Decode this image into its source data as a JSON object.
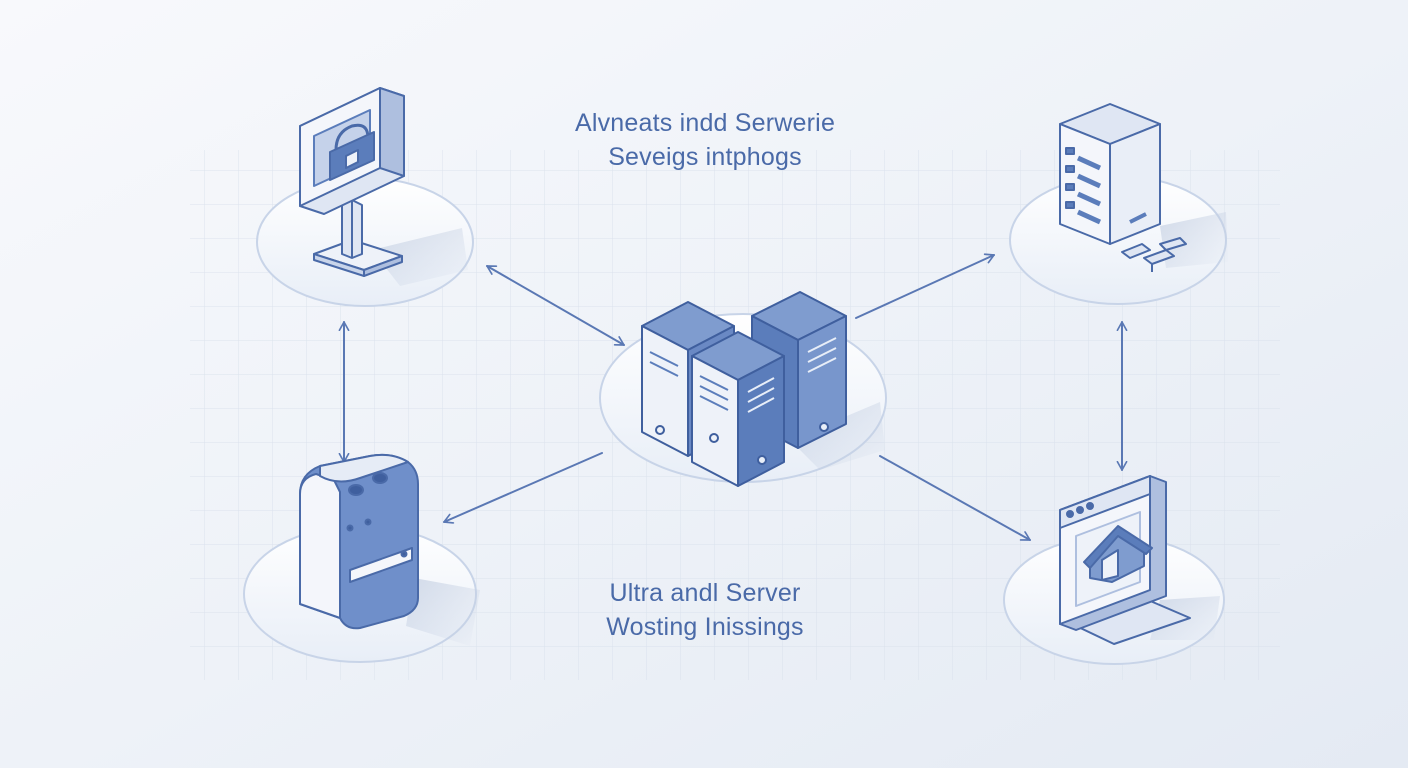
{
  "captions": {
    "top": [
      "Alvneats indd Serwerie",
      "Seveigs intphogs"
    ],
    "bottom": [
      "Ultra andl Server",
      "Wosting Inissings"
    ]
  },
  "colors": {
    "background": "#eef2f7",
    "accent": "#5b7dbb",
    "outline": "#5a78b4",
    "panel": "#f4f6fb",
    "text": "#4a6aa8"
  },
  "nodes": [
    {
      "id": "central-servers",
      "icon": "server-cluster-icon"
    },
    {
      "id": "kiosk",
      "icon": "kiosk-display-icon"
    },
    {
      "id": "server-tower",
      "icon": "server-tower-icon"
    },
    {
      "id": "hardware-unit",
      "icon": "hardware-box-icon"
    },
    {
      "id": "web-host",
      "icon": "browser-home-icon"
    }
  ],
  "links": [
    {
      "from": "kiosk",
      "to": "central-servers",
      "direction": "both"
    },
    {
      "from": "central-servers",
      "to": "server-tower",
      "direction": "to"
    },
    {
      "from": "central-servers",
      "to": "hardware-unit",
      "direction": "to"
    },
    {
      "from": "central-servers",
      "to": "web-host",
      "direction": "to"
    },
    {
      "from": "kiosk",
      "to": "hardware-unit",
      "direction": "both"
    },
    {
      "from": "server-tower",
      "to": "web-host",
      "direction": "both"
    }
  ]
}
